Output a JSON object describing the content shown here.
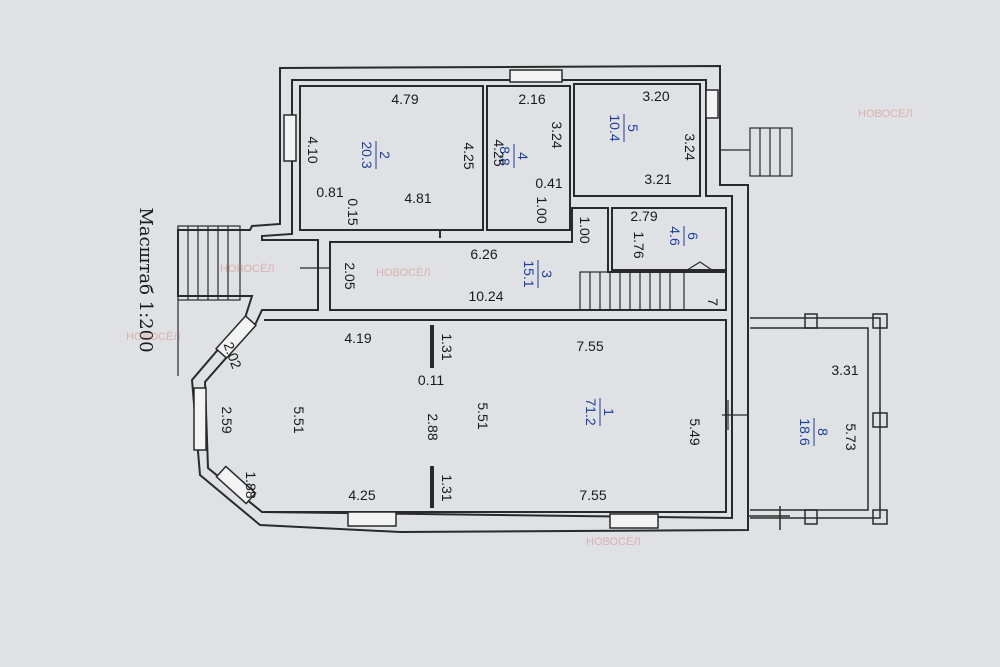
{
  "scale_label": "Масштаб 1:200",
  "watermark": {
    "text": "НОВОСЁЛ",
    "color": "#d98a8a"
  },
  "colors": {
    "paper": "#dfe1e4",
    "wall": "#2a2a2a",
    "room_number": "#1f3f9a"
  },
  "rooms": [
    {
      "number": "1",
      "area": "71.2"
    },
    {
      "number": "2",
      "area": "20.3"
    },
    {
      "number": "3",
      "area": "15.1"
    },
    {
      "number": "4",
      "area": "8.8"
    },
    {
      "number": "5",
      "area": "10.4"
    },
    {
      "number": "6",
      "area": "4.6"
    },
    {
      "number": "7",
      "area": ""
    },
    {
      "number": "8",
      "area": "18.6"
    }
  ],
  "dims": {
    "r2_top": "4.79",
    "r2_left": "4.10",
    "r2_right": "4.25",
    "r2_bottom": "4.81",
    "r2_door": "0.81",
    "r2_step": "0.15",
    "r4_top": "2.16",
    "r4_left": "4.25",
    "r4_right": "3.24",
    "r4_a": "0.41",
    "r4_b": "1.00",
    "r5_top": "3.20",
    "r5_right": "3.24",
    "r5_bottom": "3.21",
    "r6_top": "2.79",
    "r6_side": "1.76",
    "r6_door": "1.00",
    "r3_top": "6.26",
    "r3_left": "2.05",
    "r3_bottom": "10.24",
    "r1_top_left": "4.19",
    "r1_top_right": "7.55",
    "r1_bottom_left": "4.25",
    "r1_bottom_right": "7.55",
    "r1_left": "5.51",
    "r1_mid": "5.51",
    "r1_opening": "2.88",
    "r1_right": "5.49",
    "r1_pier_top": "1.31",
    "r1_pier_bottom": "1.31",
    "r1_pier_gap": "0.11",
    "r1_bay_a": "2.02",
    "r1_bay_b": "2.59",
    "r1_bay_c": "1.88",
    "r8_top": "3.31",
    "r8_side": "5.73"
  }
}
